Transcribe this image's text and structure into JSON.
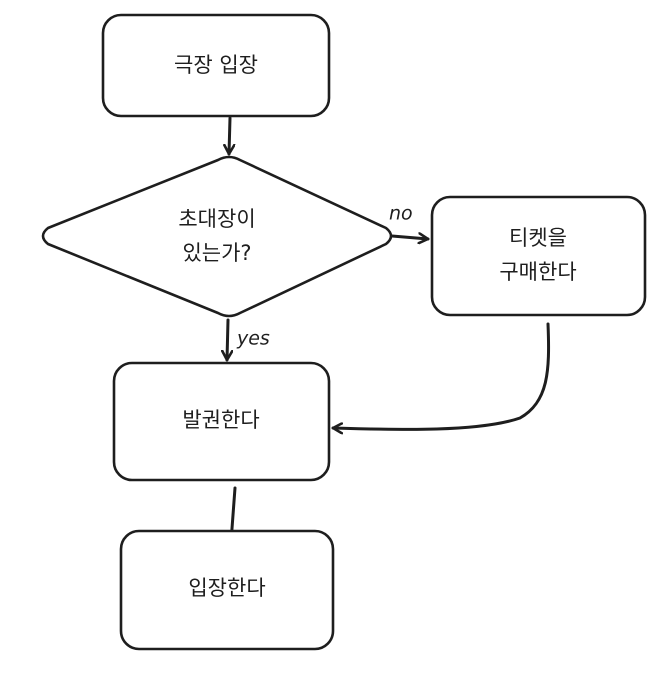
{
  "diagram": {
    "nodes": {
      "enter_theater": {
        "label": "극장 입장"
      },
      "has_invitation": {
        "line1": "초대장이",
        "line2": "있는가?"
      },
      "buy_ticket": {
        "line1": "티켓을",
        "line2": "구매한다"
      },
      "issue_ticket": {
        "label": "발권한다"
      },
      "enter": {
        "label": "입장한다"
      }
    },
    "edges": {
      "yes_label": "yes",
      "no_label": "no"
    },
    "colors": {
      "stroke": "#1e1e1e",
      "fill": "#ffffff"
    }
  }
}
